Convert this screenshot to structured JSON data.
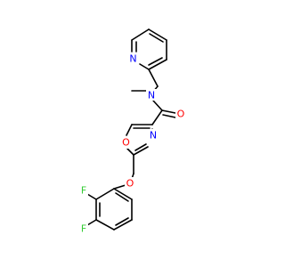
{
  "atoms": {
    "pyridine_n": {
      "label": "N",
      "color": "#0000ff"
    },
    "amide_n": {
      "label": "N",
      "color": "#0000ff"
    },
    "carbonyl_o": {
      "label": "O",
      "color": "#ff0000"
    },
    "oxazole_n": {
      "label": "N",
      "color": "#0000ff"
    },
    "oxazole_o": {
      "label": "O",
      "color": "#ff0000"
    },
    "ether_o": {
      "label": "O",
      "color": "#ff0000"
    },
    "fluorine_2": {
      "label": "F",
      "color": "#33cc33"
    },
    "fluorine_3": {
      "label": "F",
      "color": "#33cc33"
    }
  }
}
